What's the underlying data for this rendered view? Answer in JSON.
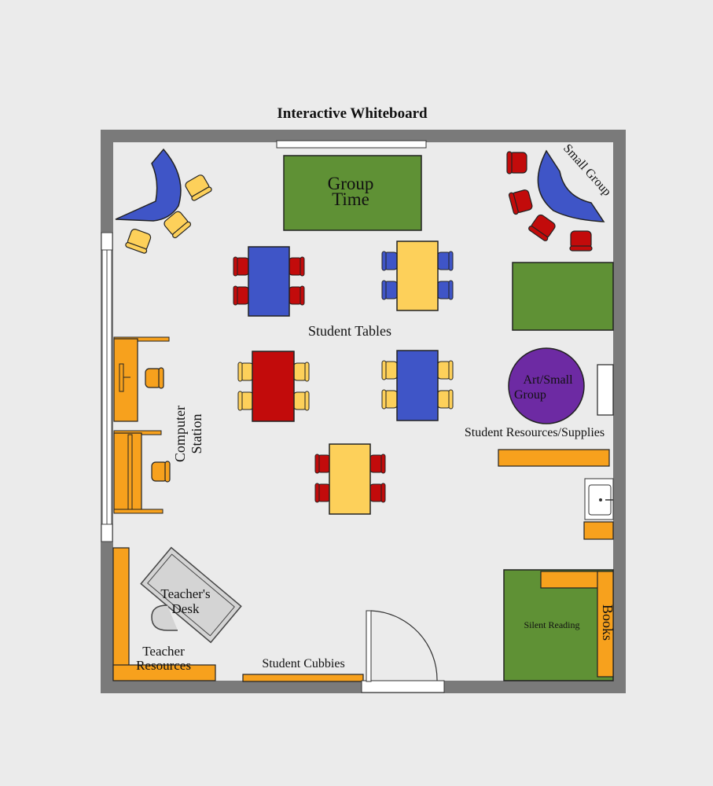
{
  "title": "Interactive Whiteboard",
  "labels": {
    "group_time": [
      "Group",
      "Time"
    ],
    "small_group": "Small Group",
    "student_tables": "Student Tables",
    "art_small_group": [
      "Art/Small",
      "Group"
    ],
    "student_resources": "Student Resources/Supplies",
    "computer_station": [
      "Computer",
      "Station"
    ],
    "teachers_desk": [
      "Teacher's",
      "Desk"
    ],
    "teacher_resources": [
      "Teacher",
      "Resources"
    ],
    "student_cubbies": "Student Cubbies",
    "silent_reading": "Silent Reading",
    "books": "Books"
  },
  "colors": {
    "wall": "#7a7a7a",
    "floor": "#ebebeb",
    "green": "#5f9135",
    "blue": "#3f55c7",
    "red": "#c20b0b",
    "yellow": "#fdd05a",
    "orange": "#f7a11d",
    "purple": "#6d2aa3",
    "white": "#ffffff"
  }
}
